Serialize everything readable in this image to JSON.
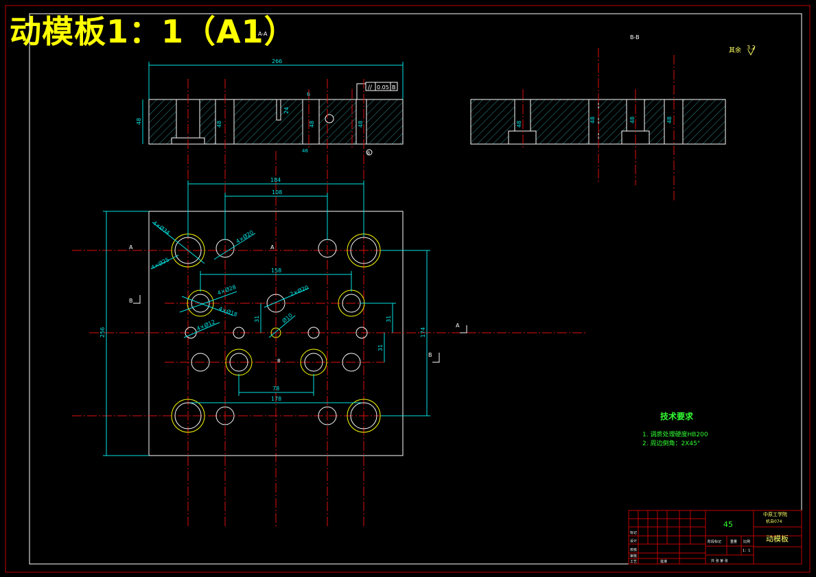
{
  "title": "动模板1：1（A1）",
  "sections": {
    "aa": "A-A",
    "bb": "B-B"
  },
  "roughness_note": "其余",
  "roughness_value": "3.2",
  "dimensions": {
    "top_width": "266",
    "top_height": "48",
    "depth_24": "24",
    "d_6": "6",
    "d_46": "46",
    "d_184": "184",
    "d_108": "108",
    "d_158": "158",
    "d_78": "78",
    "d_178": "178",
    "d_256": "256",
    "d_174": "174",
    "d_31": "31",
    "dash_d_48": "48",
    "tol_box": "0.05",
    "tol_ref": "B"
  },
  "hole_labels": {
    "c34": "4×Ø34",
    "c25": "4×Ø25",
    "c20": "4×Ø20",
    "c28": "4×Ø28",
    "c18": "4×Ø18",
    "c20b": "2×Ø20",
    "c12": "4×Ø12",
    "c10": "Ø10"
  },
  "section_marks": {
    "a": "A",
    "b": "B"
  },
  "tech_req": {
    "heading": "技术要求",
    "items": [
      "1.   调质处理硬度HB200",
      "2.   周边倒角：2X45°"
    ]
  },
  "title_block": {
    "material": "45",
    "school": "中原工学院",
    "school_sub": "机自074",
    "part_name": "动模板",
    "scale": "1：1",
    "row_labels": [
      "标记",
      "设计",
      "校核",
      "审核",
      "工艺"
    ],
    "stage_label": "阶段标记",
    "weight_label": "重量",
    "scale_label": "比例",
    "sheet": "共    张  第    张",
    "approve": "批准"
  }
}
